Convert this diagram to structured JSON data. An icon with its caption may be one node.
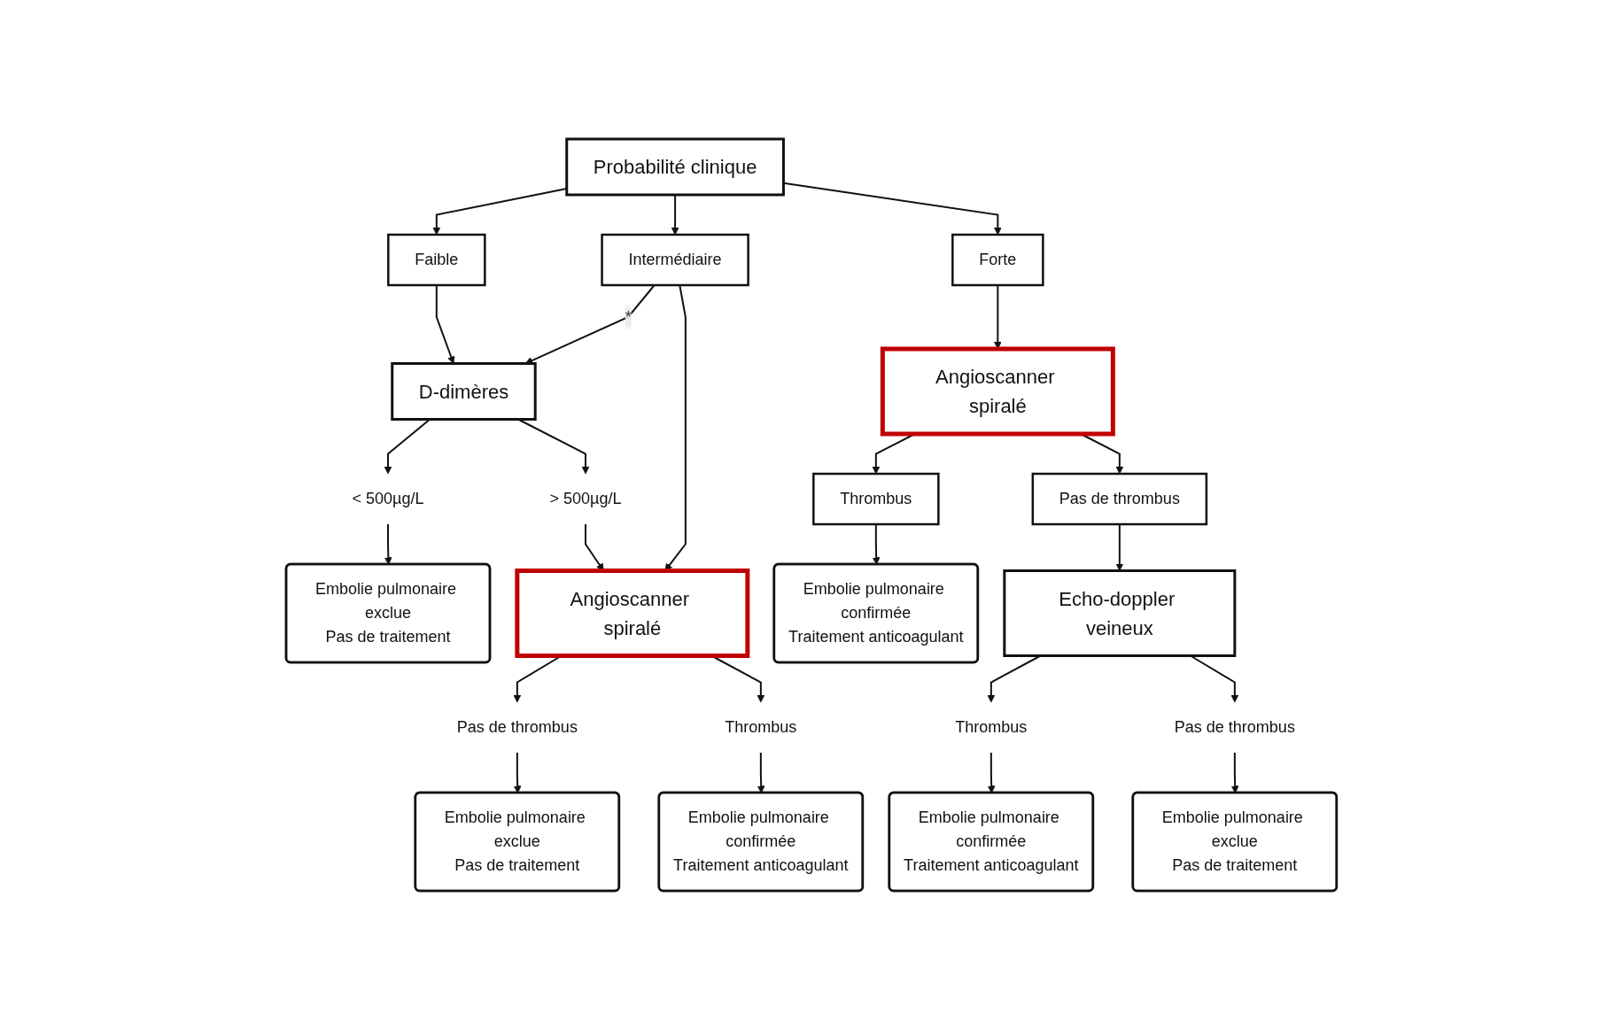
{
  "diagram": {
    "nodes": [
      {
        "text": [
          "Probabilité clinique"
        ]
      },
      {
        "text": [
          "Faible"
        ]
      },
      {
        "text": [
          "Intermédiaire"
        ]
      },
      {
        "text": [
          "Forte"
        ]
      },
      {
        "text": [
          "D-dimères"
        ]
      },
      {
        "text": [
          "< 500µg/L"
        ]
      },
      {
        "text": [
          "> 500µg/L"
        ]
      },
      {
        "text": [
          "Embolie pulmonaire exclue",
          "Pas de traitement"
        ]
      },
      {
        "text": [
          "Angioscanner spiralé"
        ]
      },
      {
        "text": [
          "Pas de thrombus"
        ]
      },
      {
        "text": [
          "Thrombus"
        ]
      },
      {
        "text": [
          "Embolie pulmonaire exclue",
          "Pas de traitement"
        ]
      },
      {
        "text": [
          "Embolie pulmonaire confirmée",
          "Traitement anticoagulant"
        ]
      },
      {
        "text": [
          "Angioscanner spiralé"
        ]
      },
      {
        "text": [
          "Thrombus"
        ]
      },
      {
        "text": [
          "Pas de thrombus"
        ]
      },
      {
        "text": [
          "Embolie pulmonaire confirmée",
          "Traitement anticoagulant"
        ]
      },
      {
        "text": [
          "Echo-doppler veineux"
        ]
      },
      {
        "text": [
          "Thrombus"
        ]
      },
      {
        "text": [
          "Pas de thrombus"
        ]
      },
      {
        "text": [
          "Embolie pulmonaire confirmée",
          "Traitement anticoagulant"
        ]
      },
      {
        "text": [
          "Embolie pulmonaire exclue",
          "Pas de traitement"
        ]
      }
    ],
    "edges": [
      {
        "from": 0,
        "to": 1,
        "arrow": "to"
      },
      {
        "from": 0,
        "to": 2,
        "arrow": "to"
      },
      {
        "from": 0,
        "to": 3,
        "arrow": "to"
      },
      {
        "from": 1,
        "to": 4,
        "arrow": "to"
      },
      {
        "from": 2,
        "to": 4,
        "arrow": "to",
        "label": "*"
      },
      {
        "from": 4,
        "to": 5,
        "arrow": "to"
      },
      {
        "from": 4,
        "to": 6,
        "arrow": "to"
      },
      {
        "from": 5,
        "to": 7,
        "arrow": "to"
      },
      {
        "from": 6,
        "to": 8,
        "arrow": "to"
      },
      {
        "from": 2,
        "to": 8,
        "arrow": "to"
      },
      {
        "from": 8,
        "to": 9,
        "arrow": "to"
      },
      {
        "from": 8,
        "to": 10,
        "arrow": "to"
      },
      {
        "from": 9,
        "to": 11,
        "arrow": "to"
      },
      {
        "from": 10,
        "to": 12,
        "arrow": "to"
      },
      {
        "from": 3,
        "to": 13,
        "arrow": "to"
      },
      {
        "from": 13,
        "to": 14,
        "arrow": "to"
      },
      {
        "from": 13,
        "to": 15,
        "arrow": "to"
      },
      {
        "from": 14,
        "to": 16,
        "arrow": "to"
      },
      {
        "from": 15,
        "to": 17,
        "arrow": "to"
      },
      {
        "from": 17,
        "to": 18,
        "arrow": "to"
      },
      {
        "from": 17,
        "to": 19,
        "arrow": "to"
      },
      {
        "from": 18,
        "to": 20,
        "arrow": "to"
      },
      {
        "from": 19,
        "to": 21,
        "arrow": "to"
      }
    ]
  }
}
